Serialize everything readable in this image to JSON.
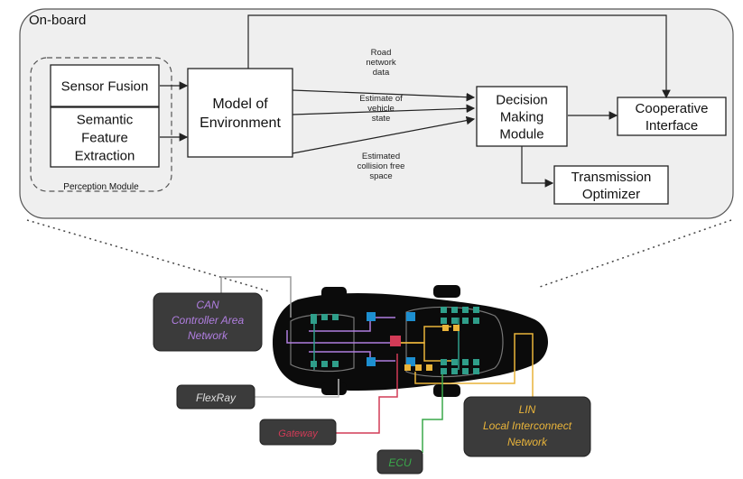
{
  "onboard": {
    "title": "On-board",
    "perception_label": "Perception Module",
    "modules": {
      "sensor_fusion": [
        "Sensor Fusion"
      ],
      "semantic": [
        "Semantic",
        "Feature",
        "Extraction"
      ],
      "model": [
        "Model of",
        "Environment"
      ],
      "decision": [
        "Decision",
        "Making",
        "Module"
      ],
      "cooperative": [
        "Cooperative",
        "Interface"
      ],
      "transmission": [
        "Transmission",
        "Optimizer"
      ]
    },
    "flow_labels": {
      "road": [
        "Road",
        "network",
        "data"
      ],
      "vehicle": [
        "Estimate of",
        "vehicle",
        "state"
      ],
      "space": [
        "Estimated",
        "collision free",
        "space"
      ]
    }
  },
  "networks": {
    "can": [
      "CAN",
      "Controller Area",
      "Network"
    ],
    "flexray": [
      "FlexRay"
    ],
    "gateway": [
      "Gateway"
    ],
    "ecu": [
      "ECU"
    ],
    "lin": [
      "LIN",
      "Local Interconnect",
      "Network"
    ]
  },
  "colors": {
    "can": "#b07ee0",
    "lin": "#e9b43a",
    "gateway": "#d23b57",
    "ecu": "#3aa84a",
    "flexray": "#dddddd",
    "node": "#2f9e8a",
    "hub": "#1d8fd0",
    "legend_bg": "#3b3b3b"
  }
}
